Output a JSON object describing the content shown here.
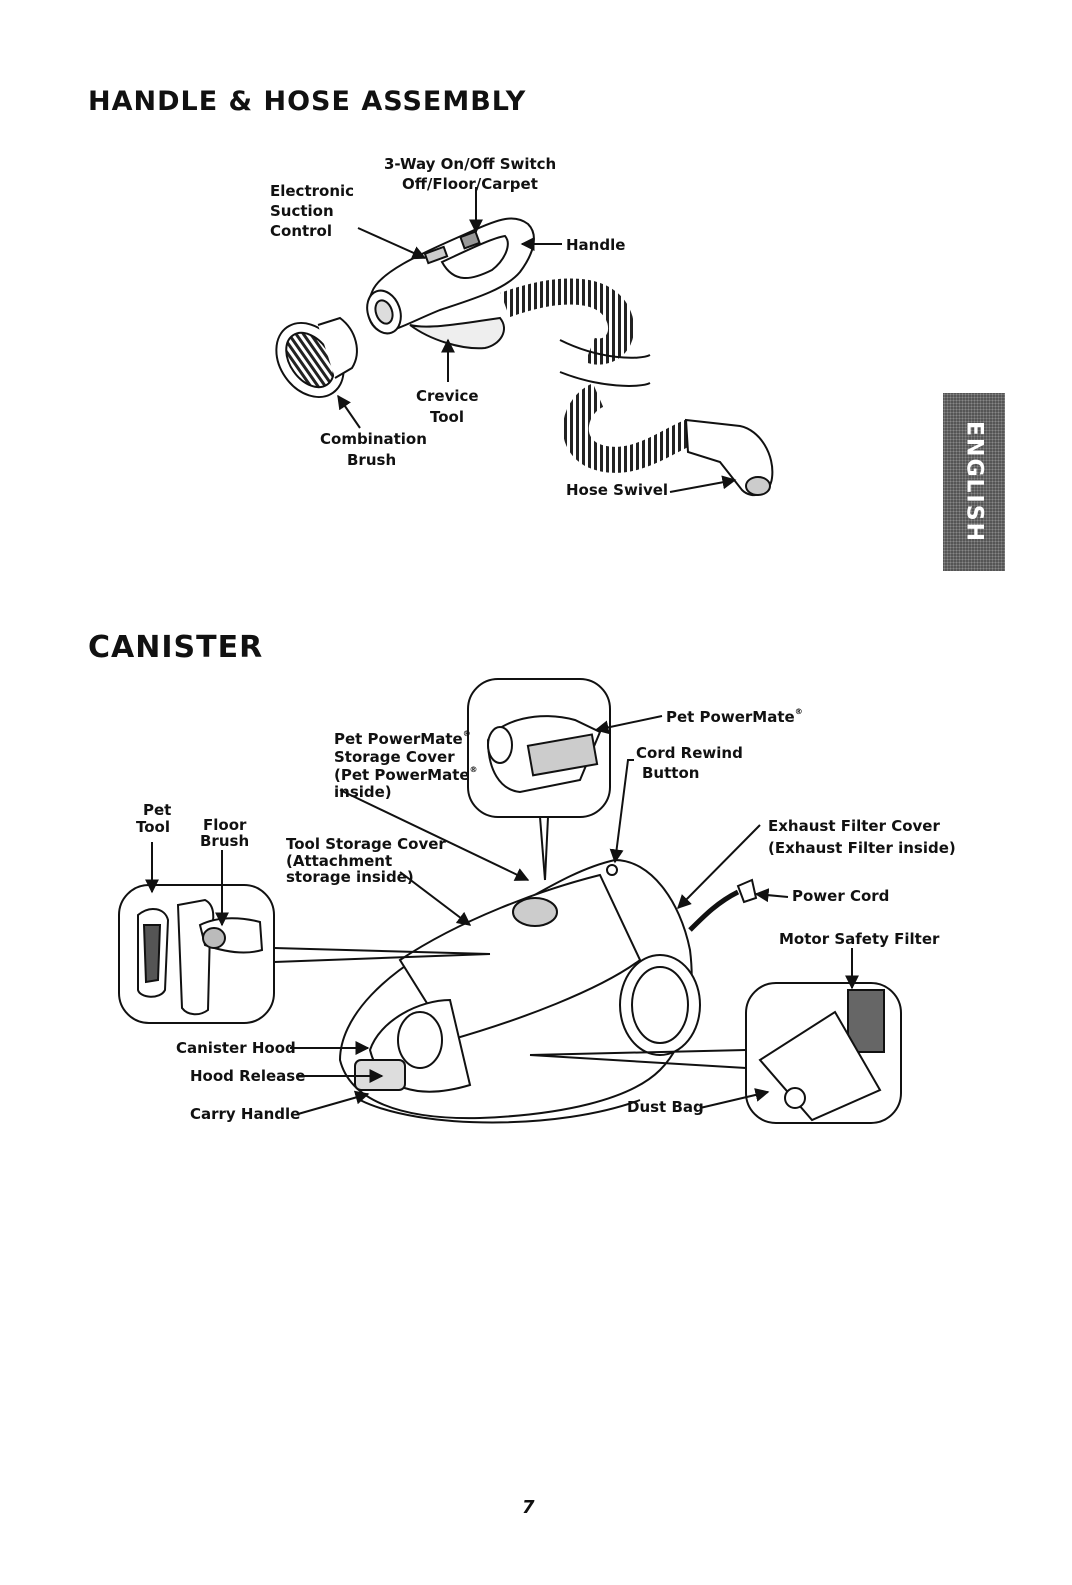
{
  "sections": {
    "handle_hose": {
      "title": "HANDLE & HOSE ASSEMBLY"
    },
    "canister": {
      "title": "CANISTER"
    }
  },
  "handle_labels": {
    "switch_line1": "3-Way On/Off Switch",
    "switch_line2": "Off/Floor/Carpet",
    "esc_line1": "Electronic",
    "esc_line2": "Suction",
    "esc_line3": "Control",
    "handle": "Handle",
    "crevice_line1": "Crevice",
    "crevice_line2": "Tool",
    "combo_line1": "Combination",
    "combo_line2": "Brush",
    "hose_swivel": "Hose Swivel"
  },
  "canister_labels": {
    "pet_pm_top": "Pet PowerMate",
    "pm_storage_line1": "Pet PowerMate",
    "pm_storage_line2": "Storage Cover",
    "pm_storage_line3": "(Pet PowerMate",
    "pm_storage_line4": "inside)",
    "cord_rewind_line1": "Cord Rewind",
    "cord_rewind_line2": "Button",
    "pet_tool_line1": "Pet",
    "pet_tool_line2": "Tool",
    "floor_brush_line1": "Floor",
    "floor_brush_line2": "Brush",
    "tool_storage_line1": "Tool Storage Cover",
    "tool_storage_line2": "(Attachment",
    "tool_storage_line3": "storage inside)",
    "exhaust_line1": "Exhaust Filter Cover",
    "exhaust_line2": "(Exhaust Filter inside)",
    "power_cord": "Power Cord",
    "motor_filter": "Motor Safety Filter",
    "canister_hood": "Canister Hood",
    "hood_release": "Hood Release",
    "carry_handle": "Carry Handle",
    "dust_bag": "Dust Bag",
    "reg_mark": "®"
  },
  "side_tab": "ENGLISH",
  "page_number": "7"
}
